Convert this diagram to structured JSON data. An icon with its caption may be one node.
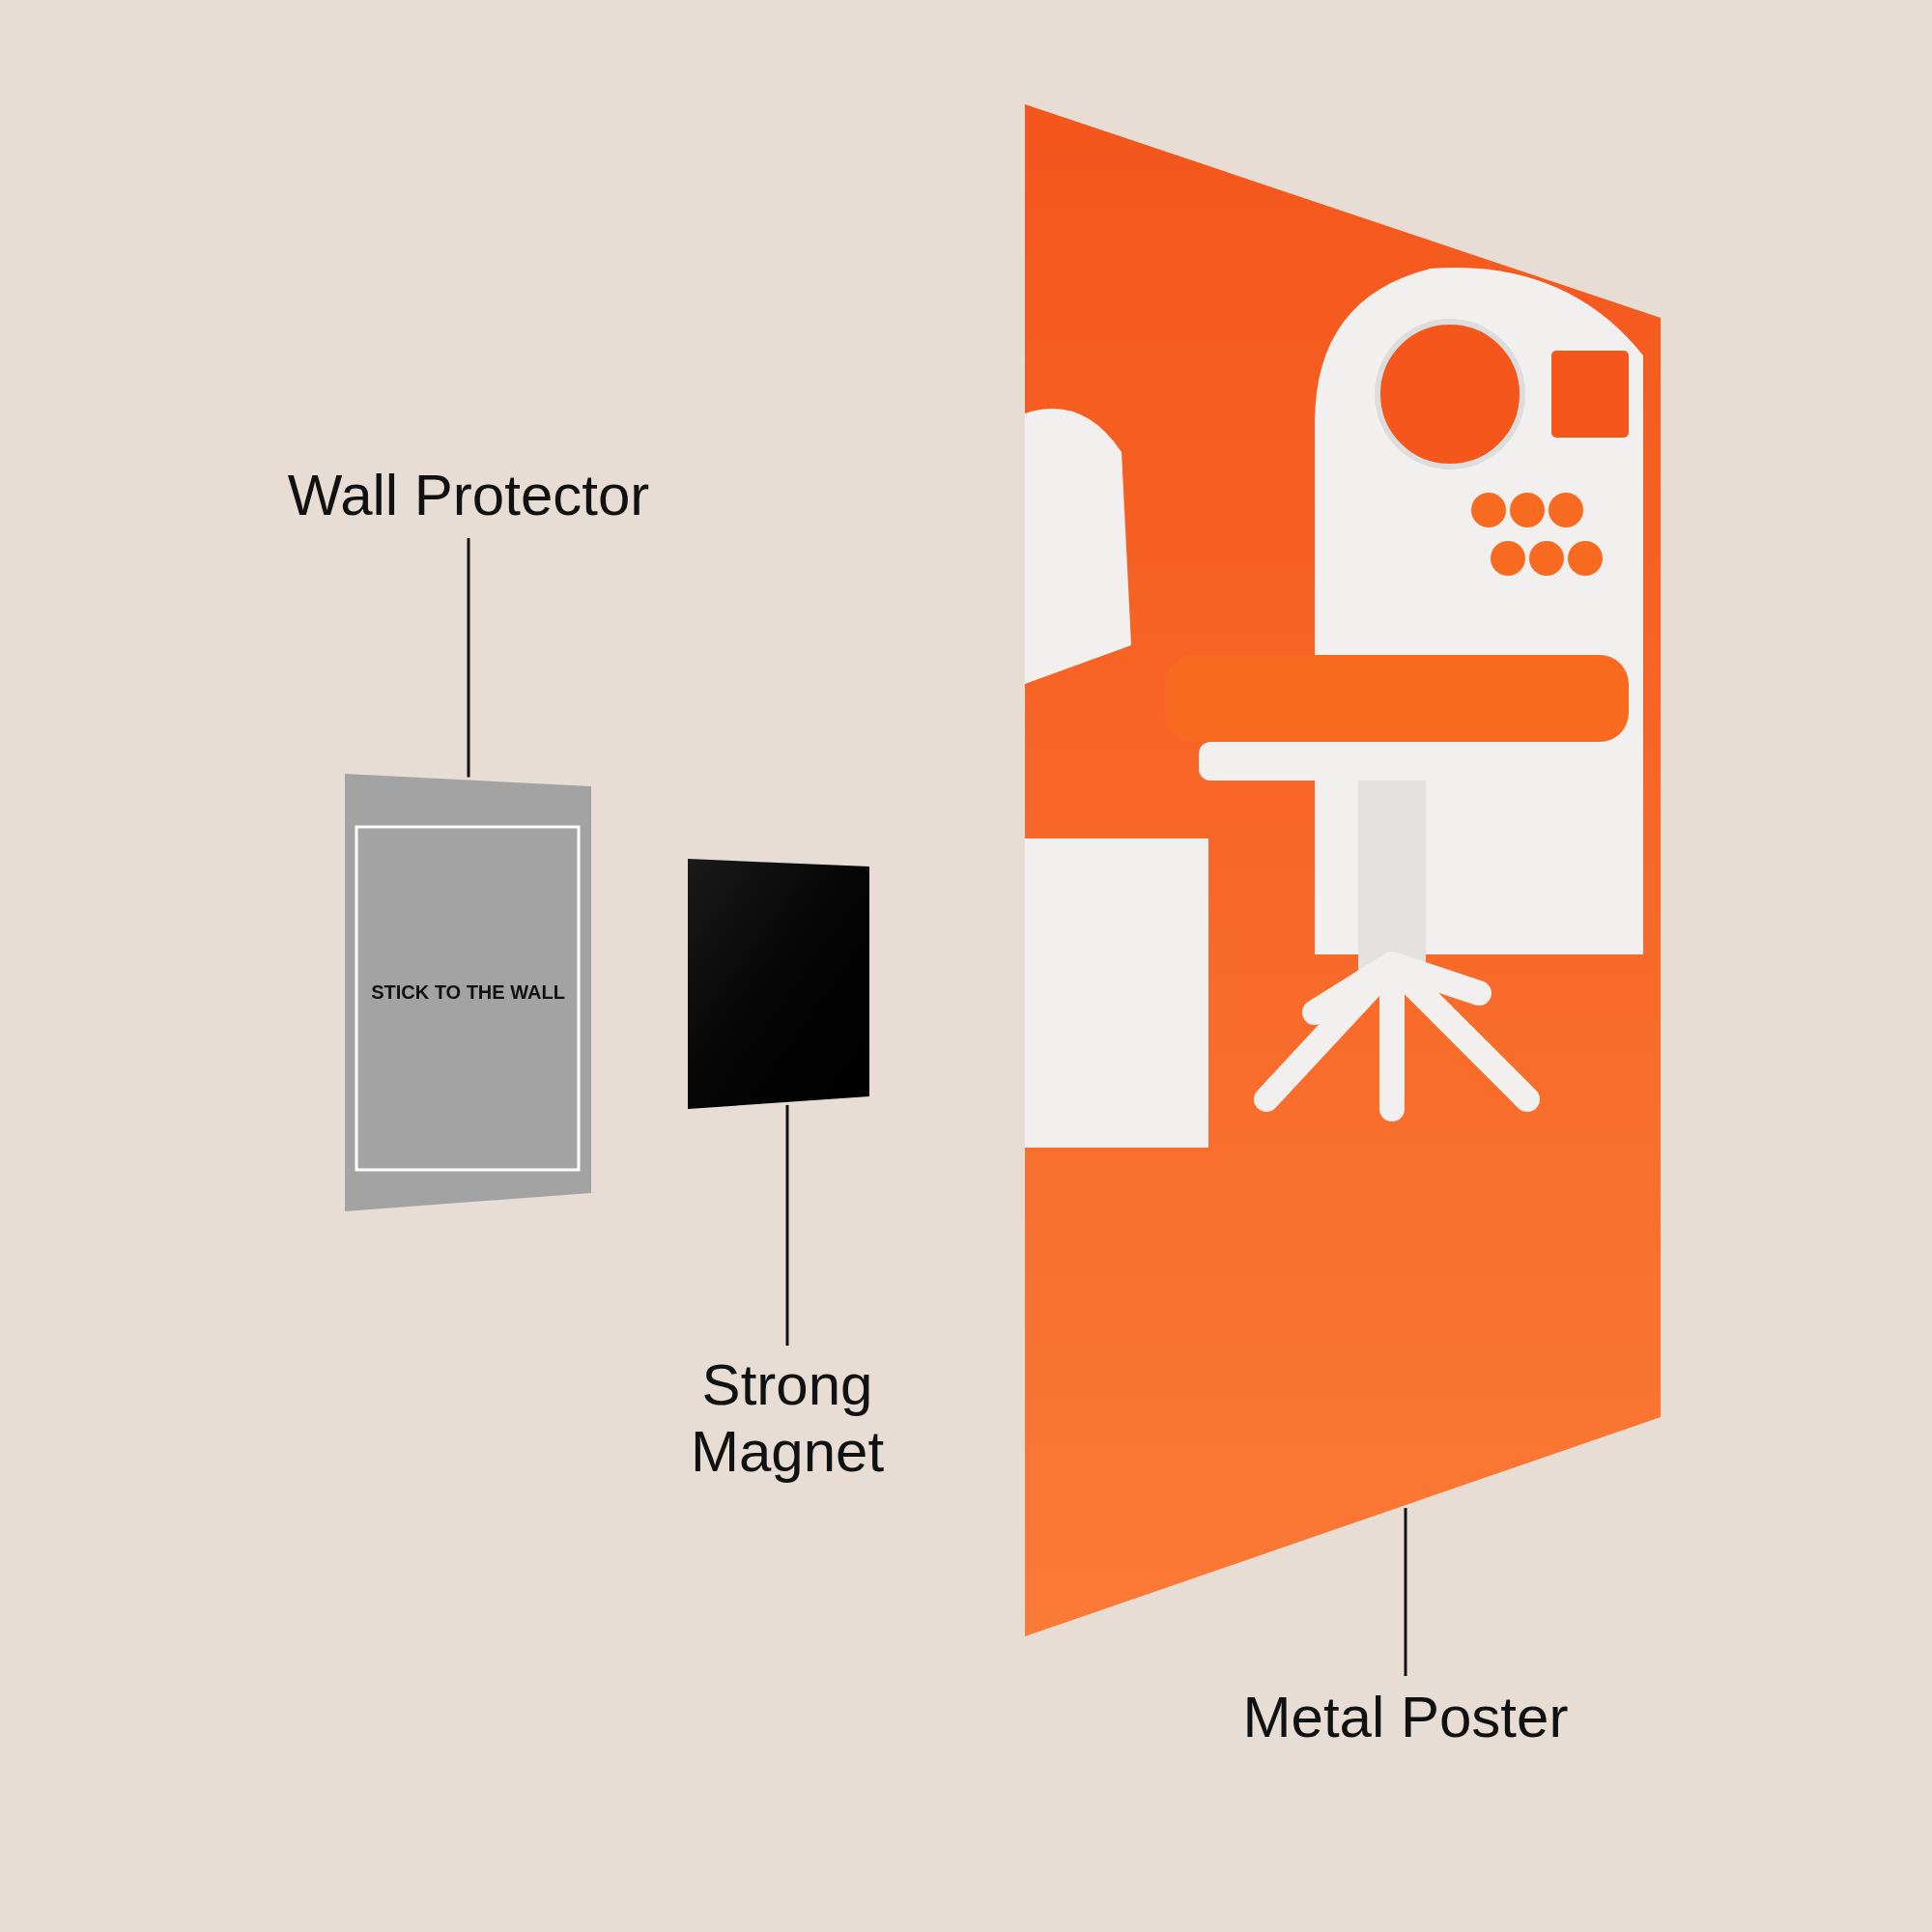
{
  "diagram": {
    "nodes": [
      {
        "text": [
          "Wall Protector"
        ]
      },
      {
        "text": [
          "STICK TO THE WALL"
        ]
      },
      {
        "text": [
          "Strong Magnet"
        ]
      },
      {
        "text": [],
        "shape": "box"
      },
      {
        "text": [
          "Metal Poster"
        ]
      },
      {
        "text": [],
        "shape": "picture"
      }
    ],
    "edges": [
      {
        "from": 0,
        "to": 1,
        "arrow": "none"
      },
      {
        "from": 2,
        "to": 3,
        "arrow": "none"
      },
      {
        "from": 4,
        "to": 5,
        "arrow": "none"
      }
    ]
  }
}
